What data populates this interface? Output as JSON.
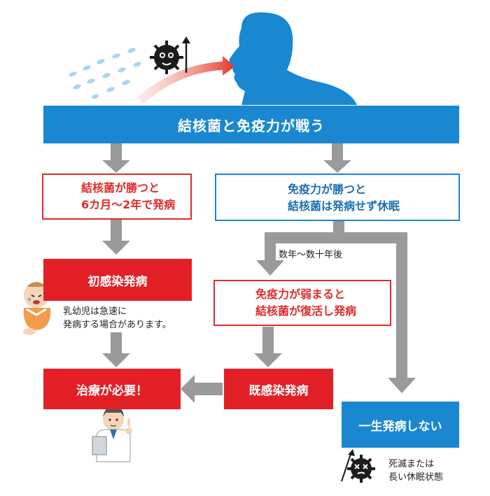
{
  "colors": {
    "blue": "#1a87d1",
    "red": "#e31f26",
    "gray_arrow": "#9a9a9a",
    "germ_black": "#1c1c1c",
    "immunity_yellow": "#f4c21b"
  },
  "icons": [
    "germ-icon",
    "immune-cell-icon",
    "person-silhouette-icon",
    "baby-crying-icon",
    "sick-woman-icon",
    "doctor-icon",
    "dead-germ-icon"
  ],
  "banner": {
    "text": "結核菌と免疫力が戦う"
  },
  "left_branch": {
    "box_line1": "結核菌が勝つと",
    "box_line2": "6カ月〜2年で発病",
    "primary_label": "初感染発病",
    "note_line1": "乳幼児は急速に",
    "note_line2": "発病する場合があります。",
    "treatment_label": "治療が必要！"
  },
  "right_branch": {
    "box_line1": "免疫力が勝つと",
    "box_line2": "結核菌は発病せず休眠",
    "years_label": "数年〜数十年後",
    "weakened_line1": "免疫力が弱まると",
    "weakened_line2": "結核菌が復活し発病",
    "secondary_label": "既感染発病",
    "never_label": "一生発病しない",
    "dormant_line1": "死滅または",
    "dormant_line2": "長い休眠状態"
  }
}
